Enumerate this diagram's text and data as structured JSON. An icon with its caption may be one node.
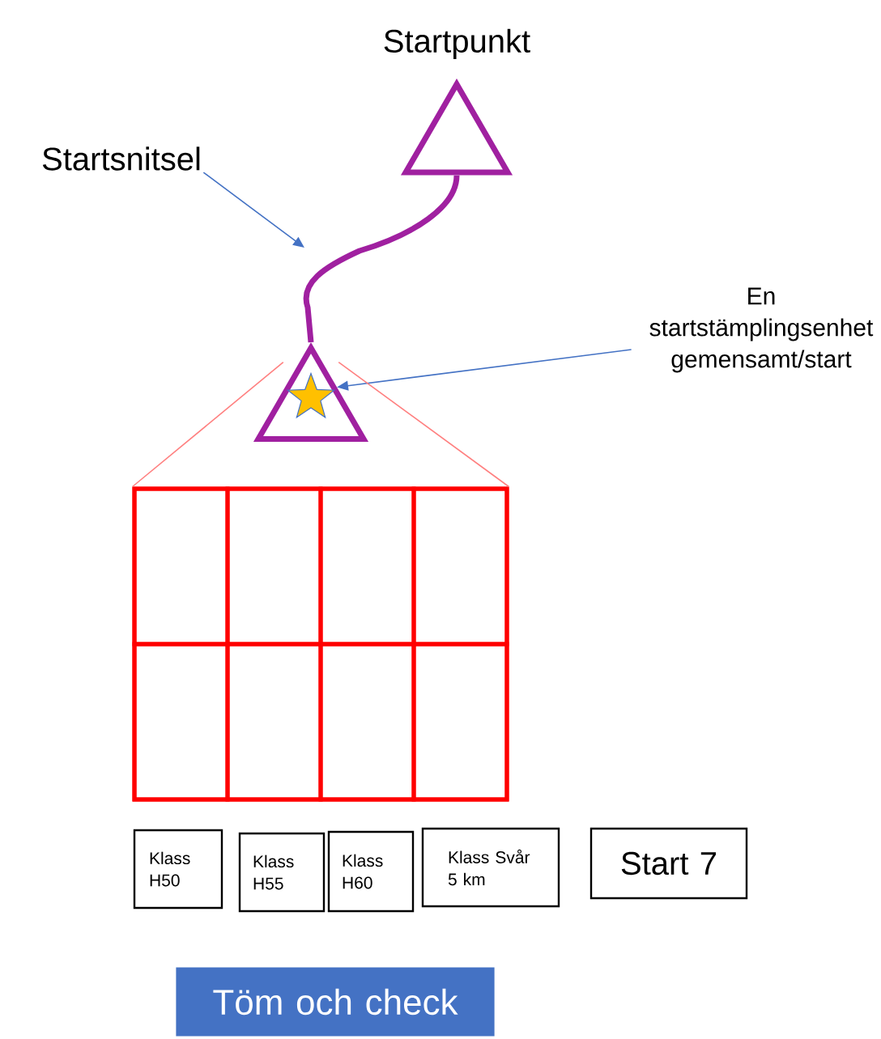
{
  "diagram": {
    "nodes": [
      {
        "text": [
          "Startpunkt"
        ]
      },
      {
        "text": [
          "Startsnitsel"
        ]
      },
      {
        "text": [
          "En startstämplingsenhet gemensamt/start"
        ]
      },
      {
        "text": [],
        "shape": "triangle"
      },
      {
        "text": [],
        "shape": "box"
      },
      {
        "text": [],
        "shape": "box",
        "in": 4
      },
      {
        "text": [],
        "shape": "box",
        "in": 4
      },
      {
        "text": [],
        "shape": "box",
        "in": 4
      },
      {
        "text": [],
        "shape": "box",
        "in": 4
      },
      {
        "text": [],
        "shape": "box",
        "in": 4
      },
      {
        "text": [],
        "shape": "box",
        "in": 4
      },
      {
        "text": [],
        "shape": "box",
        "in": 4
      },
      {
        "text": [],
        "shape": "box",
        "in": 4
      },
      {
        "text": [
          "Klass H50"
        ]
      },
      {
        "text": [
          "Klass H55"
        ]
      },
      {
        "text": [
          "Klass H60"
        ]
      },
      {
        "text": [
          "Klass Svår 5 km"
        ]
      },
      {
        "text": [
          "Start 7"
        ]
      },
      {
        "text": [
          "Töm och check"
        ]
      }
    ],
    "edges": [
      {
        "from": 0,
        "to": 3,
        "arrow": "none",
        "style": "thick",
        "color": "#a020a0"
      },
      {
        "from": 1,
        "to": null,
        "arrow": "to",
        "color": "#4472c4"
      },
      {
        "from": 2,
        "to": 3,
        "arrow": "to",
        "color": "#4472c4"
      },
      {
        "from": 3,
        "to": 4,
        "arrow": "none",
        "color": "#ff8080"
      },
      {
        "from": 3,
        "to": 4,
        "arrow": "none",
        "color": "#ff8080"
      }
    ]
  }
}
